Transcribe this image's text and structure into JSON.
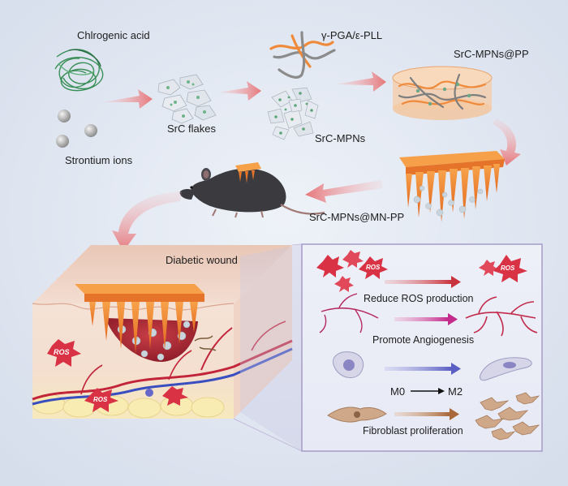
{
  "labels": {
    "chlorogenic_acid": "Chlrogenic acid",
    "strontium_ions": "Strontium ions",
    "src_flakes": "SrC flakes",
    "polymer": "γ-PGA/ε-PLL",
    "src_mpns": "SrC-MPNs",
    "src_mpns_pp": "SrC-MPNs@PP",
    "src_mpns_mn_pp": "SrC-MPNs@MN-PP",
    "diabetic_wound": "Diabetic wound",
    "ros_tag": "ROS"
  },
  "effects": {
    "reduce_ros": "Reduce ROS production",
    "angiogenesis": "Promote Angiogenesis",
    "m0": "M0",
    "m2": "M2",
    "fibroblast": "Fibroblast proliferation"
  },
  "colors": {
    "background": "#dfe6f1",
    "flow_arrow": "#e98588",
    "microneedle": "#f0872a",
    "panel_border": "#a9a0c9",
    "ros_red": "#d93245",
    "vessel_red": "#c2253a",
    "vessel_blue": "#3a4fbf"
  }
}
